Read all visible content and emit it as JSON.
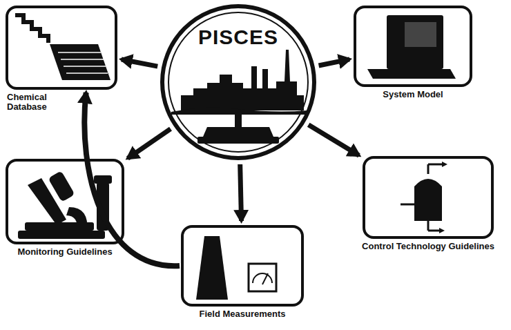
{
  "diagram": {
    "nodes": [
      {
        "text": [
          "Chemical Database"
        ]
      },
      {
        "text": [
          "PISCES"
        ]
      },
      {
        "text": [
          "System Model"
        ]
      },
      {
        "text": [
          "Monitoring Guidelines"
        ]
      },
      {
        "text": [
          "Control Technology Guidelines"
        ]
      },
      {
        "text": [
          "Field Measurements"
        ]
      }
    ],
    "edges": [
      {
        "from": 1,
        "to": 0,
        "arrow": "to"
      },
      {
        "from": 1,
        "to": 2,
        "arrow": "to"
      },
      {
        "from": 1,
        "to": 3,
        "arrow": "to"
      },
      {
        "from": 1,
        "to": 4,
        "arrow": "to"
      },
      {
        "from": 1,
        "to": 5,
        "arrow": "to"
      },
      {
        "from": 5,
        "to": 0,
        "arrow": "to"
      }
    ]
  }
}
